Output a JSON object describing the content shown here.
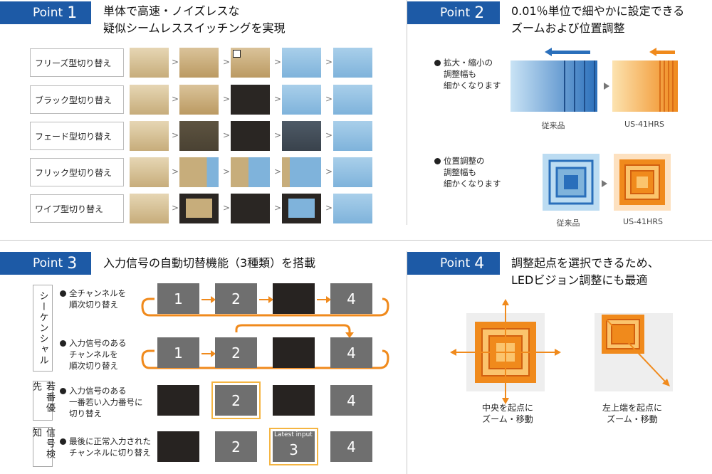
{
  "point1": {
    "badge": "Point",
    "num": "1",
    "heading_l1": "単体で高速・ノイズレスな",
    "heading_l2": "疑似シームレススイッチングを実現",
    "rows": [
      {
        "label": "フリーズ型切り替え"
      },
      {
        "label": "ブラック型切り替え"
      },
      {
        "label": "フェード型切り替え"
      },
      {
        "label": "フリック型切り替え"
      },
      {
        "label": "ワイプ型切り替え"
      }
    ],
    "chevron": ">"
  },
  "point2": {
    "badge": "Point",
    "num": "2",
    "heading_l1": "0.01％単位で細やかに設定できる",
    "heading_l2": "ズームおよび位置調整",
    "bullet1": [
      "拡大・縮小の",
      "調整幅も",
      "細かくなります"
    ],
    "bullet2": [
      "位置調整の",
      "調整幅も",
      "細かくなります"
    ],
    "label_old": "従来品",
    "label_new": "US-41HRS"
  },
  "point3": {
    "badge": "Point",
    "num": "3",
    "heading": "入力信号の自動切替機能（3種類）を搭載",
    "side_seq": "シーケンシャル",
    "side_young": "若番優先",
    "side_detect": "信号検知",
    "b1": [
      "全チャンネルを",
      "順次切り替え"
    ],
    "b2": [
      "入力信号のある",
      "チャンネルを",
      "順次切り替え"
    ],
    "b3": [
      "入力信号のある",
      "一番若い入力番号に",
      "切り替え"
    ],
    "b4": [
      "最後に正常入力された",
      "チャンネルに切り替え"
    ],
    "n1": "1",
    "n2": "2",
    "n3": "3",
    "n4": "4",
    "latest": "Latest input"
  },
  "point4": {
    "badge": "Point",
    "num": "4",
    "heading_l1": "調整起点を選択できるため、",
    "heading_l2": "LEDビジョン調整にも最適",
    "cap_left": [
      "中央を起点に",
      "ズーム・移動"
    ],
    "cap_right": [
      "左上端を起点に",
      "ズーム・移動"
    ]
  },
  "colors": {
    "badge": "#1d5aa6",
    "orange": "#f08a1c",
    "gray_box": "#6f6f6f",
    "dark_box": "#272321"
  }
}
